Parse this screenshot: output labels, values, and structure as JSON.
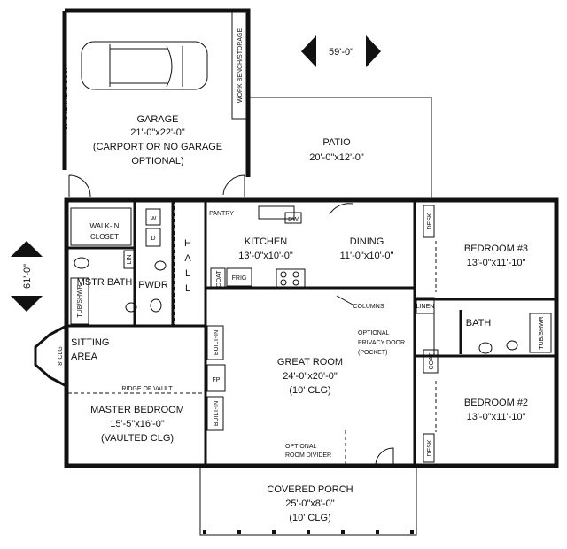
{
  "dimensions": {
    "width": "59'-0\"",
    "depth": "61'-0\""
  },
  "rooms": {
    "garage": {
      "name": "GARAGE",
      "size": "21'-0\"x22'-0\"",
      "note1": "(CARPORT OR NO GARAGE",
      "note2": "OPTIONAL)"
    },
    "patio": {
      "name": "PATIO",
      "size": "20'-0\"x12'-0\""
    },
    "kitchen": {
      "name": "KITCHEN",
      "size": "13'-0\"x10'-0\""
    },
    "dining": {
      "name": "DINING",
      "size": "11'-0\"x10'-0\""
    },
    "bedroom3": {
      "name": "BEDROOM #3",
      "size": "13'-0\"x11'-10\""
    },
    "bedroom2": {
      "name": "BEDROOM #2",
      "size": "13'-0\"x11'-10\""
    },
    "great_room": {
      "name": "GREAT ROOM",
      "size": "24'-0\"x20'-0\"",
      "note": "(10' CLG)"
    },
    "master_bedroom": {
      "name": "MASTER BEDROOM",
      "size": "15'-5\"x16'-0\"",
      "note": "(VAULTED CLG)"
    },
    "covered_porch": {
      "name": "COVERED PORCH",
      "size": "25'-0\"x8'-0\"",
      "note": "(10' CLG)"
    },
    "sitting_area": {
      "line1": "SITTING",
      "line2": "AREA"
    },
    "mstr_bath": "MSTR BATH",
    "pwdr": "PWDR",
    "bath": "BATH",
    "walk_in_closet": {
      "line1": "WALK-IN",
      "line2": "CLOSET"
    },
    "hall": [
      "H",
      "A",
      "L",
      "L"
    ]
  },
  "labels": {
    "overhead_door": "16' OVERHEAD DOOR",
    "work_bench": "WORK BENCH/STORAGE",
    "pantry": "PANTRY",
    "dw": "DW",
    "frig": "FRIG",
    "coat": "COAT",
    "lin": "LIN",
    "linen": "LINEN",
    "desk": "DESK",
    "w": "W",
    "d": "D",
    "tub_shwr": "TUB/SHWR",
    "clg8": "8' CLG",
    "ridge": "RIDGE OF VAULT",
    "built_in": "BUILT-IN",
    "fp": "FP",
    "columns": "COLUMNS",
    "privacy1": "OPTIONAL",
    "privacy2": "PRIVACY DOOR",
    "privacy3": "(POCKET)",
    "divider1": "OPTIONAL",
    "divider2": "ROOM DIVIDER"
  }
}
